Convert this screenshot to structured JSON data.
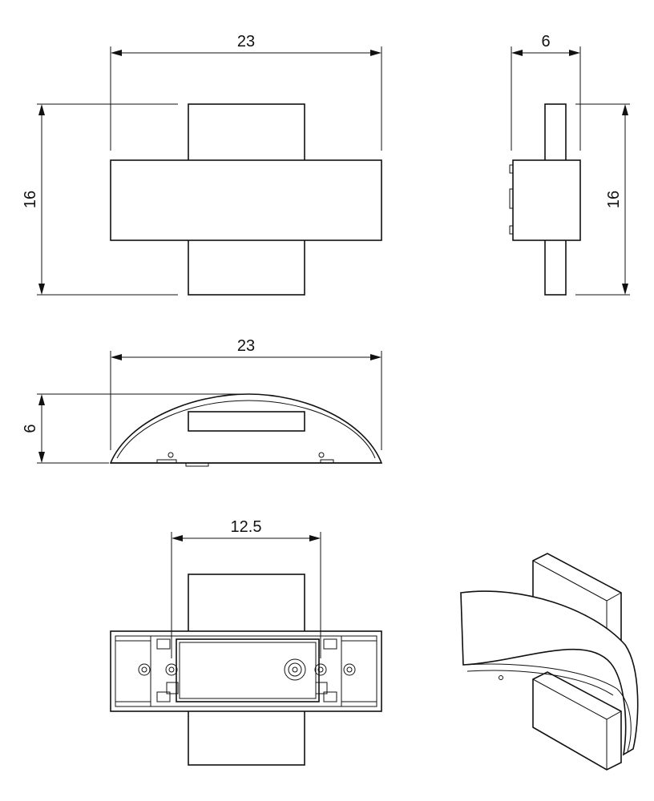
{
  "diagram": {
    "front_view": {
      "width_label": "23",
      "height_label": "16"
    },
    "side_view": {
      "depth_label": "6",
      "height_label": "16"
    },
    "top_view": {
      "width_label": "23",
      "depth_label": "6"
    },
    "back_view": {
      "mount_spacing_label": "12.5"
    }
  },
  "colors": {
    "line": "#111111",
    "background": "#ffffff"
  }
}
